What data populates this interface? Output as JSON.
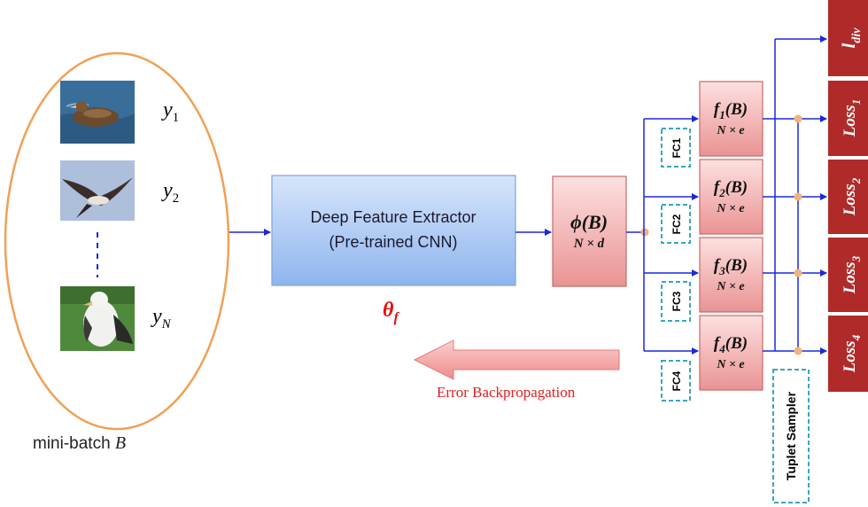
{
  "colors": {
    "ellipse_stroke": "#f0a055",
    "arrow_blue": "#1c28d8",
    "extractor_fill_top": "#d6e5fb",
    "extractor_fill_bottom": "#8fb5ee",
    "extractor_stroke": "#7ea4d8",
    "feature_fill_top": "#fde0e0",
    "feature_fill_bottom": "#ea9393",
    "feature_stroke": "#c66a6a",
    "loss_fill": "#b02a2a",
    "loss_text": "#ffffff",
    "dashed_teal": "#3aa6bf",
    "junction": "#f2b27a",
    "backprop_arrow": "#f08a8a",
    "backprop_text": "#e02020",
    "theta_color": "#e31010"
  },
  "batch": {
    "labels": [
      {
        "base": "y",
        "sub": "1"
      },
      {
        "base": "y",
        "sub": "2"
      },
      {
        "base": "y",
        "sub": "N"
      }
    ],
    "caption_text": "mini-batch ",
    "caption_var": "B",
    "image_icons": [
      "bird-swimming-image",
      "bird-flying-image",
      "bird-standing-image"
    ]
  },
  "extractor": {
    "line1": "Deep Feature Extractor",
    "line2": "(Pre-trained CNN)",
    "param_base": "θ",
    "param_sub": "f"
  },
  "feature": {
    "func": "ϕ",
    "arg": "(B)",
    "dims": "N × d"
  },
  "branches": [
    {
      "fc": "FC1",
      "func": "f",
      "sub": "1",
      "arg": "(B)",
      "dims": "N × e",
      "loss": "Loss",
      "loss_sub": "1"
    },
    {
      "fc": "FC2",
      "func": "f",
      "sub": "2",
      "arg": "(B)",
      "dims": "N × e",
      "loss": "Loss",
      "loss_sub": "2"
    },
    {
      "fc": "FC3",
      "func": "f",
      "sub": "3",
      "arg": "(B)",
      "dims": "N × e",
      "loss": "Loss",
      "loss_sub": "3"
    },
    {
      "fc": "FC4",
      "func": "f",
      "sub": "4",
      "arg": "(B)",
      "dims": "N × e",
      "loss": "Loss",
      "loss_sub": "4"
    }
  ],
  "div_loss": {
    "base": "l",
    "sub": "div"
  },
  "tuplet_sampler": "Tuplet Sampler",
  "backprop_label": "Error Backpropagation"
}
